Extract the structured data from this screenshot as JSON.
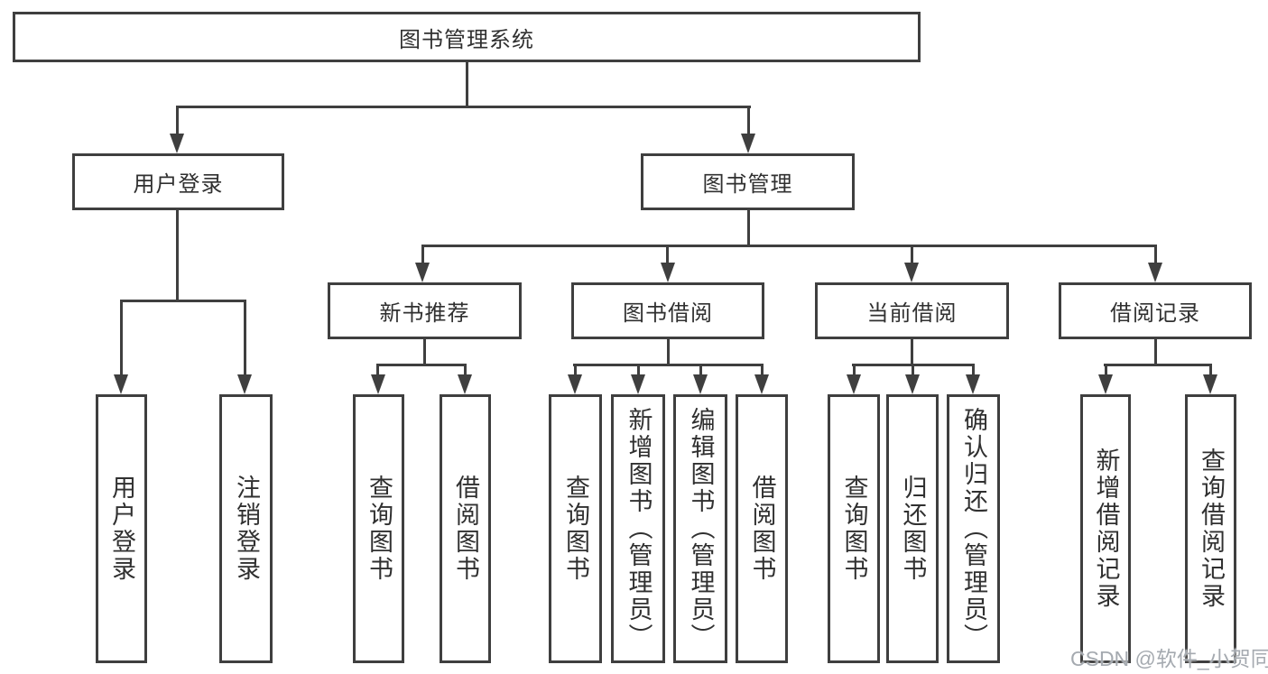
{
  "diagram_title": "图书管理系统",
  "nodes": {
    "root": "图书管理系统",
    "user_login": "用户登录",
    "book_mgmt": "图书管理",
    "new_book_rec": "新书推荐",
    "book_borrow": "图书借阅",
    "current_borrow": "当前借阅",
    "borrow_record": "借阅记录",
    "user_login_leaf": "用户登录",
    "logout_leaf": "注销登录",
    "query_book_a": "查询图书",
    "borrow_book_a": "借阅图书",
    "query_book_b": "查询图书",
    "add_book_b": "新增图书（管理员）",
    "edit_book_b": "编辑图书（管理员）",
    "borrow_book_b": "借阅图书",
    "query_book_c": "查询图书",
    "return_book_c": "归还图书",
    "confirm_return_c": "确认归还（管理员）",
    "add_record_d": "新增借阅记录",
    "query_record_d": "查询借阅记录"
  },
  "hierarchy": [
    {
      "id": "root",
      "children": [
        "user_login",
        "book_mgmt"
      ]
    },
    {
      "id": "user_login",
      "children": [
        "user_login_leaf",
        "logout_leaf"
      ]
    },
    {
      "id": "book_mgmt",
      "children": [
        "new_book_rec",
        "book_borrow",
        "current_borrow",
        "borrow_record"
      ]
    },
    {
      "id": "new_book_rec",
      "children": [
        "query_book_a",
        "borrow_book_a"
      ]
    },
    {
      "id": "book_borrow",
      "children": [
        "query_book_b",
        "add_book_b",
        "edit_book_b",
        "borrow_book_b"
      ]
    },
    {
      "id": "current_borrow",
      "children": [
        "query_book_c",
        "return_book_c",
        "confirm_return_c"
      ]
    },
    {
      "id": "borrow_record",
      "children": [
        "add_record_d",
        "query_record_d"
      ]
    }
  ],
  "watermark": "CSDN @软件_小贺同学",
  "colors": {
    "line": "#3f3f3f",
    "text": "#303030",
    "background": "#ffffff",
    "watermark": "#a5aab0"
  }
}
